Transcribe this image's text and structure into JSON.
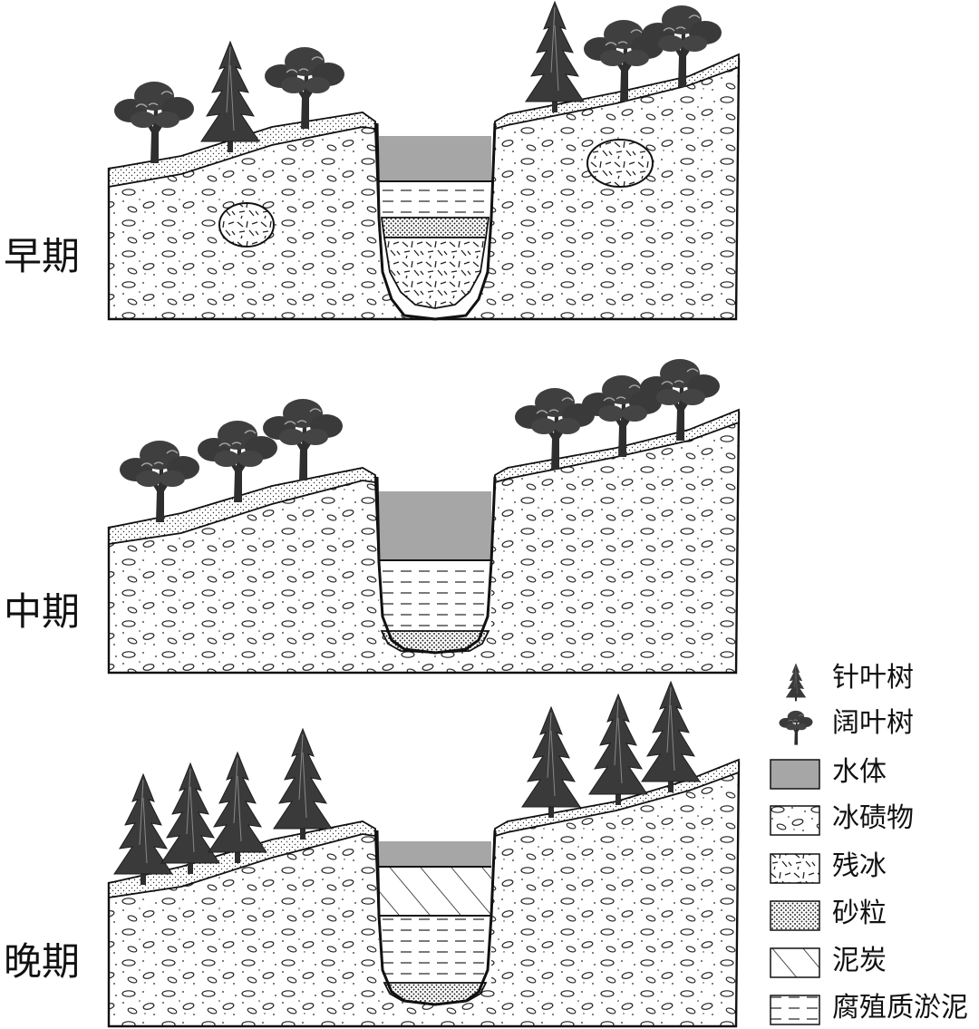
{
  "stages": [
    {
      "label": "早期"
    },
    {
      "label": "中期"
    },
    {
      "label": "晚期"
    }
  ],
  "legend": [
    {
      "key": "conifer",
      "label": "针叶树",
      "icon": "conifer-tree-icon"
    },
    {
      "key": "broadleaf",
      "label": "阔叶树",
      "icon": "broadleaf-tree-icon"
    },
    {
      "key": "water",
      "label": "水体",
      "color": "#a6a6a6"
    },
    {
      "key": "moraine",
      "label": "冰碛物"
    },
    {
      "key": "residual_ice",
      "label": "残冰"
    },
    {
      "key": "sand",
      "label": "砂粒"
    },
    {
      "key": "peat",
      "label": "泥炭"
    },
    {
      "key": "sapropel",
      "label": "腐殖质淤泥"
    }
  ],
  "colors": {
    "water": "#a6a6a6",
    "ink": "#111111",
    "tree": "#3c3c3c"
  }
}
